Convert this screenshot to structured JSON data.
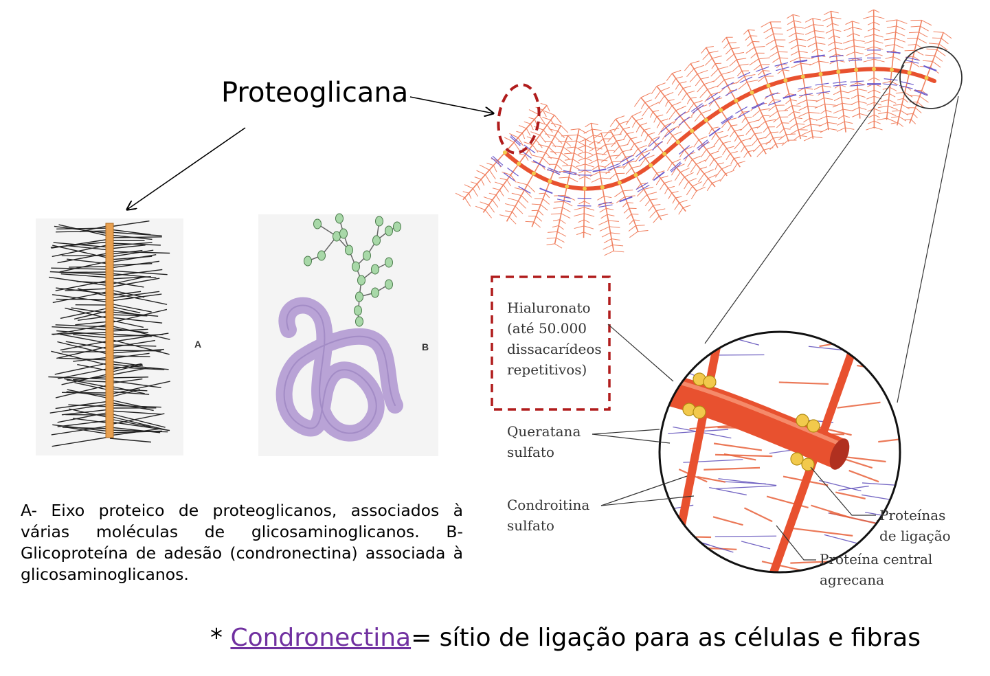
{
  "title": "Proteoglicana",
  "panel_labels": {
    "a": "A",
    "b": "B"
  },
  "caption": "A- Eixo proteico de proteoglicanos, associados à várias moléculas de glicosaminoglicanos. B- Glicoproteína de adesão (condronectina) associada à glicosaminoglicanos.",
  "labels": {
    "hialuronato": "Hialuronato\n(até 50.000\ndissacarídeos\nrepetitivos)",
    "queratana": "Queratana\nsulfato",
    "condroitina": "Condroitina\nsulfato",
    "proteinas_ligacao": "Proteínas\nde ligação",
    "proteina_central": "Proteína central\nagrecana"
  },
  "footnote": {
    "prefix": "* ",
    "term": "Condronectina",
    "rest": "= sítio de ligação para as células e fibras"
  },
  "colors": {
    "hyaluronate": "#e8512f",
    "chondroitin": "#f08060",
    "keratan": "#6a5acd",
    "link_protein": "#f2c94c",
    "core_rod": "#e8a050",
    "glycoprotein": "#b9a3d6",
    "sugar": "#a8d8a8",
    "dashed_box": "#b01c1c",
    "footnote_term": "#7030a0"
  }
}
